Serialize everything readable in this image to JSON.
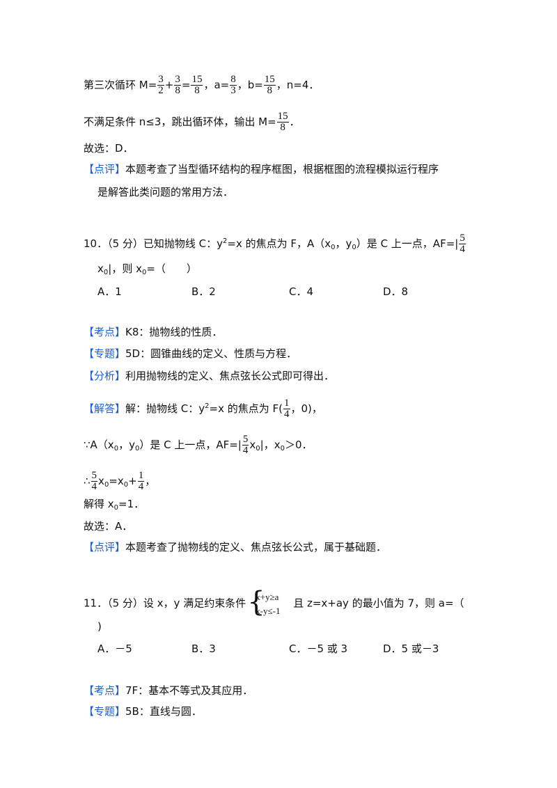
{
  "p_loop3": {
    "lead": "第三次循环 M=",
    "f1n": "3",
    "f1d": "2",
    "plus": "+",
    "f2n": "3",
    "f2d": "8",
    "eq": "=",
    "f3n": "15",
    "f3d": "8",
    "a_pre": "，a=",
    "f4n": "8",
    "f4d": "3",
    "b_pre": "，b=",
    "f5n": "15",
    "f5d": "8",
    "tail": "，n=4．"
  },
  "p_exit": {
    "lead": "不满足条件 n≤3，跳出循环体，输出 M=",
    "fn": "15",
    "fd": "8",
    "tail": "．"
  },
  "p_sel9": "故选：D．",
  "p_review9": {
    "tag": "【点评】",
    "line1": "本题考查了当型循环结构的程序框图，根据框图的流程模拟运行程序",
    "line2": "是解答此类问题的常用方法．"
  },
  "q10": {
    "text_a": "10．（5 分）已知抛物线 C：y",
    "sup2": "2",
    "text_b": "=x 的焦点为 F，A（x",
    "sub0a": "0",
    "text_c": "，y",
    "sub0b": "0",
    "text_d": "）是 C 上一点，AF=",
    "bar": "|",
    "fn": "5",
    "fd": "4",
    "line2_x": "x",
    "line2_sub": "0",
    "line2_bar": "|",
    "line2_b": "，则 x",
    "line2_sub2": "0",
    "line2_c": "=（　　）",
    "options": [
      "A．1",
      "B．2",
      "C．4",
      "D．8"
    ]
  },
  "s10": {
    "kaodian_tag": "【考点】",
    "kaodian": "K8：抛物线的性质．",
    "zhuanti_tag": "【专题】",
    "zhuanti": "5D：圆锥曲线的定义、性质与方程．",
    "fenxi_tag": "【分析】",
    "fenxi": "利用抛物线的定义、焦点弦长公式即可得出．",
    "jieda_tag": "【解答】",
    "jieda_a": "解：抛物线 C：y",
    "jieda_sup": "2",
    "jieda_b": "=x 的焦点为 F",
    "jieda_open": "(",
    "jfn": "1",
    "jfd": "4",
    "jieda_tail": "，0)，",
    "because_a": "∵A（x",
    "because_sub": "0",
    "because_b": "，y",
    "because_sub2": "0",
    "because_c": "）是 C 上一点，AF=",
    "because_bar1": "|",
    "bfn": "5",
    "bfd": "4",
    "because_x": "x",
    "because_sub3": "0",
    "because_bar2": "|",
    "because_d": "，x",
    "because_sub4": "0",
    "because_e": "＞0．",
    "therefore_a": "∴",
    "tfn": "5",
    "tfd": "4",
    "therefore_x": "x",
    "therefore_sub": "0",
    "therefore_b": "=x",
    "therefore_sub2": "0",
    "therefore_c": "+",
    "tfn2": "1",
    "tfd2": "4",
    "therefore_d": "，",
    "solve_a": "解得 x",
    "solve_sub": "0",
    "solve_b": "=1．",
    "select": "故选：A．",
    "review_tag": "【点评】",
    "review": "本题考查了抛物线的定义、焦点弦长公式，属于基础题．"
  },
  "q11": {
    "text_a": "11．（5 分）设 x，y 满足约束条件",
    "row1": "x+y≥a",
    "row2": "x-y≤-1",
    "text_b": "且 z=x+ay 的最小值为 7，则 a=（",
    "line2": ")",
    "options": [
      "A．－5",
      "B．3",
      "C．－5 或 3",
      "D．5 或－3"
    ]
  },
  "s11": {
    "kaodian_tag": "【考点】",
    "kaodian": "7F：基本不等式及其应用．",
    "zhuanti_tag": "【专题】",
    "zhuanti": "5B：直线与圆．"
  }
}
